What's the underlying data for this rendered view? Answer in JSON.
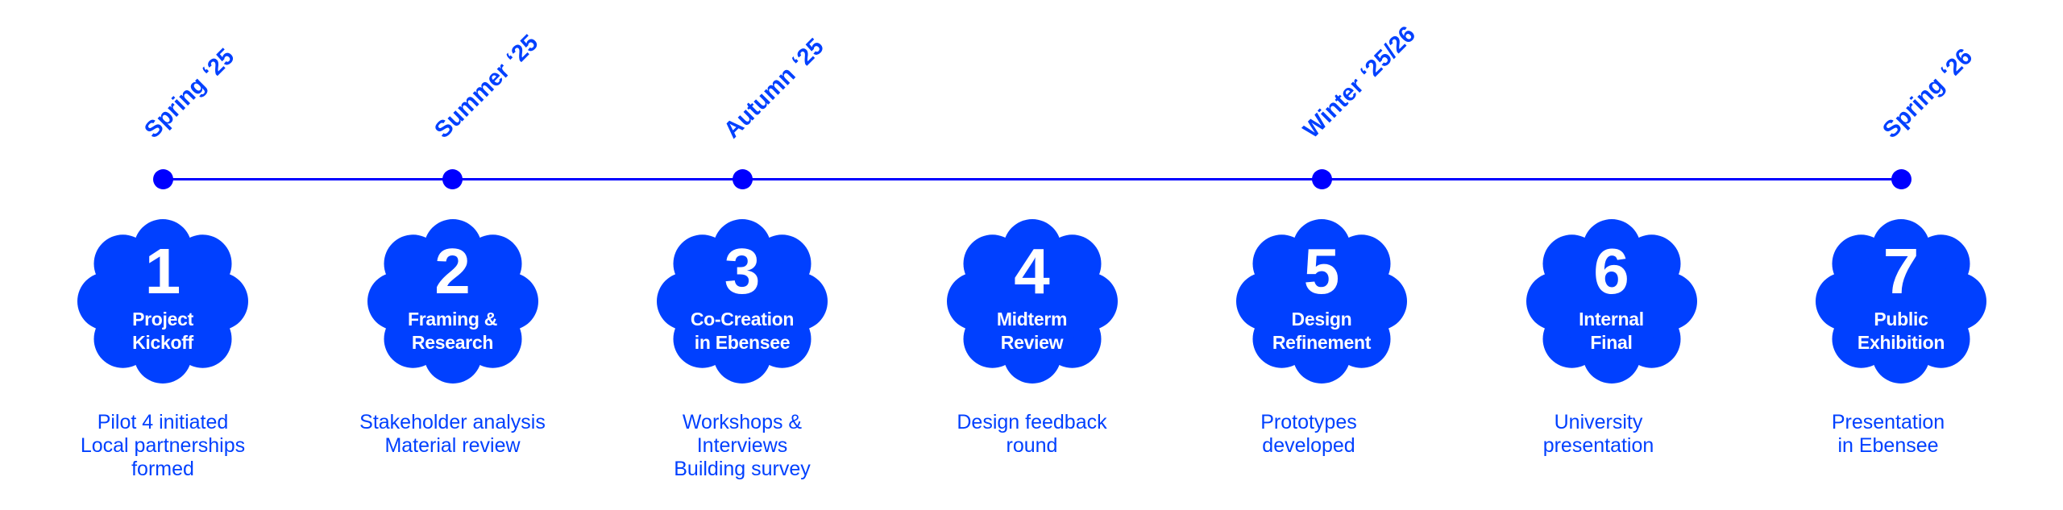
{
  "colors": {
    "timeline": "#0000ff",
    "flower": "#0040ff",
    "text": "#0040ff",
    "flower_text": "#ffffff"
  },
  "timeline": {
    "milestones": [
      {
        "label": "Spring ‘25",
        "stage": 1
      },
      {
        "label": "Summer ‘25",
        "stage": 2
      },
      {
        "label": "Autumn ‘25",
        "stage": 3
      },
      {
        "label": "Winter ‘25/26",
        "stage": 5
      },
      {
        "label": "Spring ‘26",
        "stage": 7
      }
    ]
  },
  "stages": [
    {
      "number": "1",
      "title": [
        "Project",
        "Kickoff"
      ],
      "description": [
        "Pilot 4 initiated",
        "Local partnerships",
        "formed"
      ]
    },
    {
      "number": "2",
      "title": [
        "Framing &",
        "Research"
      ],
      "description": [
        "Stakeholder analysis",
        "Material review"
      ]
    },
    {
      "number": "3",
      "title": [
        "Co-Creation",
        "in Ebensee"
      ],
      "description": [
        "Workshops &",
        "Interviews",
        "Building survey"
      ]
    },
    {
      "number": "4",
      "title": [
        "Midterm",
        "Review"
      ],
      "description": [
        "Design feedback",
        "round"
      ]
    },
    {
      "number": "5",
      "title": [
        "Design",
        "Refinement"
      ],
      "description": [
        "Prototypes",
        "developed"
      ]
    },
    {
      "number": "6",
      "title": [
        "Internal",
        "Final"
      ],
      "description": [
        "University",
        "presentation"
      ]
    },
    {
      "number": "7",
      "title": [
        "Public",
        "Exhibition"
      ],
      "description": [
        "Presentation",
        "in Ebensee"
      ]
    }
  ]
}
